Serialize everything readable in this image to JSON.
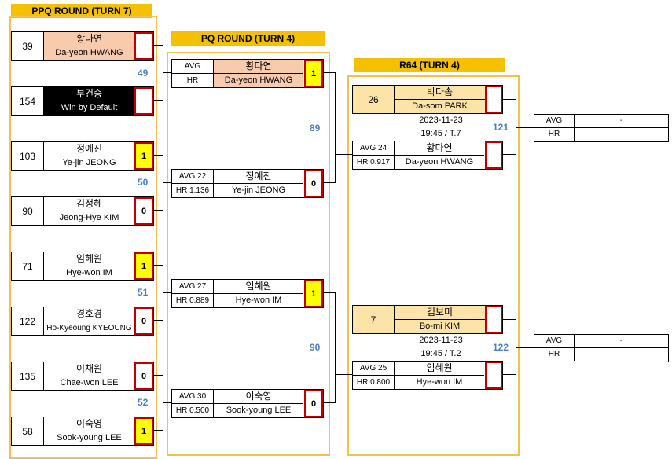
{
  "headers": {
    "ppq": "PPQ ROUND (TURN 7)",
    "pq": "PQ ROUND (TURN 4)",
    "r64": "R64 (TURN 4)"
  },
  "ppq_matches": [
    {
      "players": [
        {
          "seed": "39",
          "kname": "황다연",
          "ename": "Da-yeon HWANG",
          "score": ""
        },
        {
          "seed": "154",
          "kname": "부건승",
          "ename": "Win by Default",
          "score": ""
        }
      ],
      "match_no": "49"
    },
    {
      "players": [
        {
          "seed": "103",
          "kname": "정예진",
          "ename": "Ye-jin JEONG",
          "score": "1"
        },
        {
          "seed": "90",
          "kname": "김정혜",
          "ename": "Jeong-Hye KIM",
          "score": "0"
        }
      ],
      "match_no": "50"
    },
    {
      "players": [
        {
          "seed": "71",
          "kname": "임혜원",
          "ename": "Hye-won IM",
          "score": "1"
        },
        {
          "seed": "122",
          "kname": "경호경",
          "ename": "Ho-Kyeoung KYEOUNG",
          "score": "0"
        }
      ],
      "match_no": "51"
    },
    {
      "players": [
        {
          "seed": "135",
          "kname": "이채원",
          "ename": "Chae-won LEE",
          "score": "0"
        },
        {
          "seed": "58",
          "kname": "이숙영",
          "ename": "Sook-young LEE",
          "score": "1"
        }
      ],
      "match_no": "52"
    }
  ],
  "pq_labels": {
    "avg": "AVG",
    "hr": "HR"
  },
  "pq_entries": [
    {
      "avg": "AVG",
      "hr": "HR",
      "kname": "황다연",
      "ename": "Da-yeon HWANG",
      "score": "1"
    },
    {
      "avg": "AVG 22",
      "hr": "HR 1.136",
      "kname": "정예진",
      "ename": "Ye-jin JEONG",
      "score": "0"
    },
    {
      "avg": "AVG 27",
      "hr": "HR 0.889",
      "kname": "임혜원",
      "ename": "Hye-won IM",
      "score": "1"
    },
    {
      "avg": "AVG 30",
      "hr": "HR 0.500",
      "kname": "이숙영",
      "ename": "Sook-young LEE",
      "score": "0"
    }
  ],
  "pq_match_nos": [
    "89",
    "90"
  ],
  "r64_matches": [
    {
      "seed": "26",
      "kname": "박다솜",
      "ename": "Da-som PARK",
      "date": "2023-11-23",
      "time": "19:45 / T.7",
      "opp": {
        "avg": "AVG 24",
        "hr": "HR 0.917",
        "kname": "황다연",
        "ename": "Da-yeon HWANG"
      },
      "match_no": "121"
    },
    {
      "seed": "7",
      "kname": "김보미",
      "ename": "Bo-mi KIM",
      "date": "2023-11-23",
      "time": "19:45 / T.2",
      "opp": {
        "avg": "AVG 25",
        "hr": "HR 0.800",
        "kname": "임혜원",
        "ename": "Hye-won IM"
      },
      "match_no": "122"
    }
  ],
  "results": [
    {
      "avg_label": "AVG",
      "avg_val": "-",
      "hr_label": "HR",
      "hr_val": ""
    },
    {
      "avg_label": "AVG",
      "avg_val": "-",
      "hr_label": "HR",
      "hr_val": ""
    }
  ],
  "colors": {
    "gold": "#f5c000",
    "peach": "#f8cbad",
    "yellow": "#ffff00",
    "red": "#c00000",
    "blue": "#4a7fc0"
  }
}
